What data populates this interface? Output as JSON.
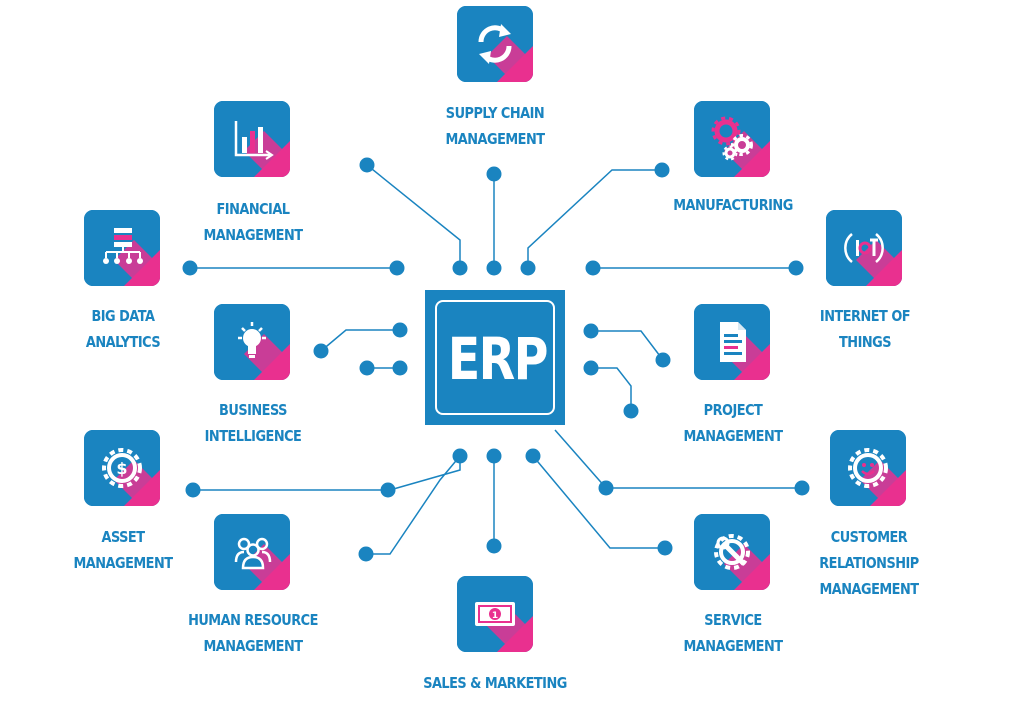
{
  "center": {
    "label": "ERP"
  },
  "colors": {
    "primary": "#1a84c0",
    "accent": "#e9308f",
    "line": "#1a84c0",
    "icon": "#ffffff"
  },
  "modules": [
    {
      "id": "supply-chain",
      "icon": "refresh-icon",
      "lines": [
        "SUPPLY CHAIN",
        "MANAGEMENT"
      ]
    },
    {
      "id": "financial",
      "icon": "bar-chart-icon",
      "lines": [
        "FINANCIAL",
        "MANAGEMENT"
      ]
    },
    {
      "id": "manufacturing",
      "icon": "gears-icon",
      "lines": [
        "MANUFACTURING"
      ]
    },
    {
      "id": "big-data",
      "icon": "hierarchy-icon",
      "lines": [
        "BIG DATA",
        "ANALYTICS"
      ]
    },
    {
      "id": "iot",
      "icon": "iot-icon",
      "lines": [
        "INTERNET OF",
        "THINGS"
      ]
    },
    {
      "id": "business-intelligence",
      "icon": "lightbulb-icon",
      "lines": [
        "BUSINESS",
        "INTELLIGENCE"
      ]
    },
    {
      "id": "project",
      "icon": "document-icon",
      "lines": [
        "PROJECT",
        "MANAGEMENT"
      ]
    },
    {
      "id": "asset",
      "icon": "gear-dollar-icon",
      "lines": [
        "ASSET",
        "MANAGEMENT"
      ]
    },
    {
      "id": "crm",
      "icon": "gear-smile-icon",
      "lines": [
        "CUSTOMER",
        "RELATIONSHIP",
        "MANAGEMENT"
      ]
    },
    {
      "id": "human-resource",
      "icon": "people-icon",
      "lines": [
        "HUMAN RESOURCE",
        "MANAGEMENT"
      ]
    },
    {
      "id": "service",
      "icon": "gear-wrench-icon",
      "lines": [
        "SERVICE",
        "MANAGEMENT"
      ]
    },
    {
      "id": "sales-marketing",
      "icon": "banknote-icon",
      "lines": [
        "SALES & MARKETING"
      ]
    }
  ]
}
